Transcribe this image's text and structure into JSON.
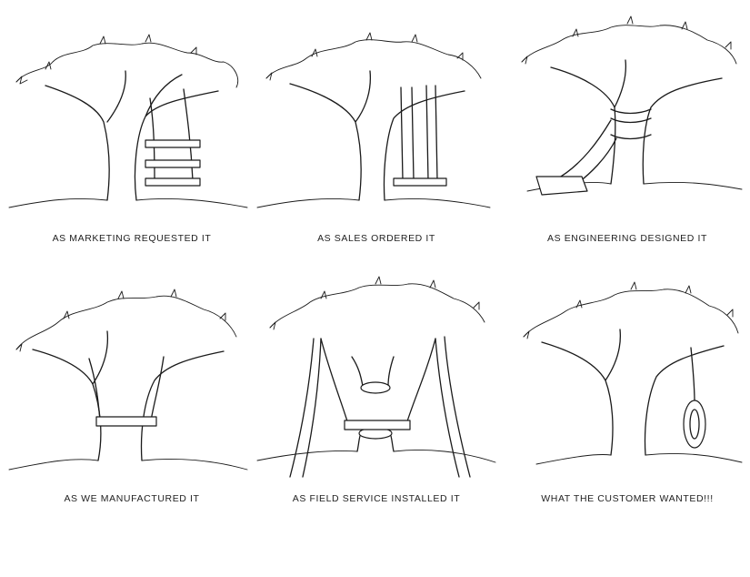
{
  "panels": [
    {
      "caption": "AS MARKETING REQUESTED IT",
      "depicts": "tree with rope ladder swing"
    },
    {
      "caption": "AS SALES ORDERED IT",
      "depicts": "tree with tall two-rope swing reaching the ground"
    },
    {
      "caption": "AS ENGINEERING DESIGNED IT",
      "depicts": "swing ropes tied around the trunk with seat on ground"
    },
    {
      "caption": "AS WE MANUFACTURED IT",
      "depicts": "seat fitted around the trunk"
    },
    {
      "caption": "AS FIELD SERVICE INSTALLED IT",
      "depicts": "trunk cut away with swing propped on poles"
    },
    {
      "caption": "WHAT THE CUSTOMER WANTED!!!",
      "depicts": "simple tire swing hanging from a branch"
    }
  ],
  "colors": {
    "ink": "#1a1a1a",
    "paper": "#ffffff"
  }
}
